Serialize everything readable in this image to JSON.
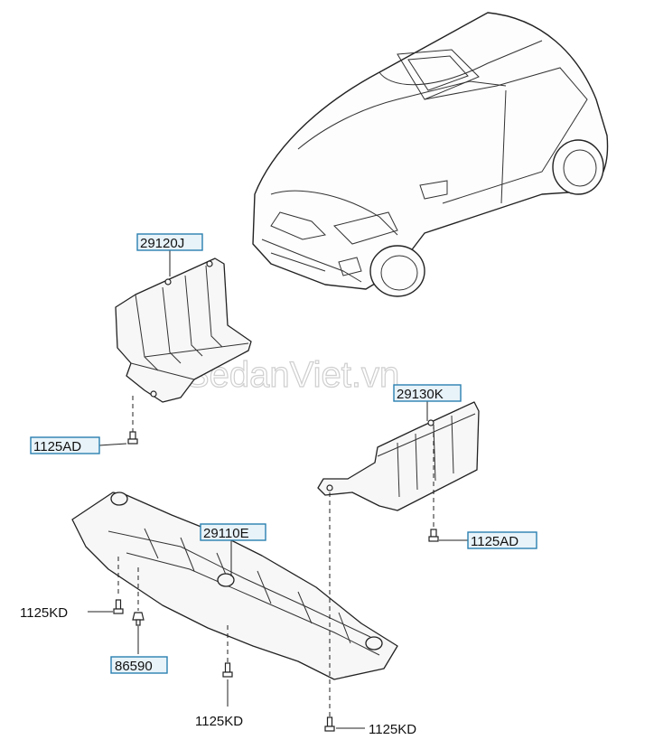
{
  "diagram": {
    "watermark": "SedanViet.vn",
    "labels": {
      "cover_left": "29120J",
      "cover_right": "29130K",
      "cover_center": "29110E",
      "bolt_left": "1125AD",
      "bolt_right": "1125AD",
      "screw_left": "1125KD",
      "screw_center": "1125KD",
      "screw_right": "1125KD",
      "clip": "86590"
    }
  }
}
